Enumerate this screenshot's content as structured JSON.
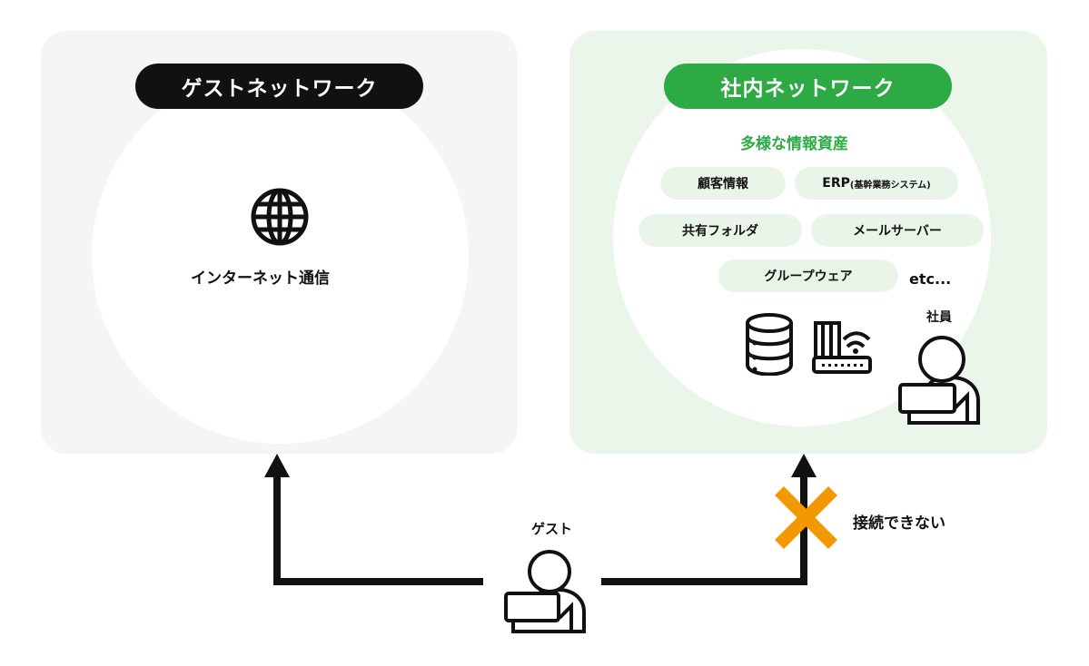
{
  "guest_network": {
    "title": "ゲストネットワーク",
    "internet_label": "インターネット通信"
  },
  "corporate_network": {
    "title": "社内ネットワーク",
    "assets_title": "多様な情報資産",
    "assets": {
      "customer_info": "顧客情報",
      "erp": "ERP",
      "erp_note": "(基幹業務システム)",
      "shared_folder": "共有フォルダ",
      "mail_server": "メールサーバー",
      "groupware": "グループウェア",
      "etc": "etc..."
    },
    "employee_label": "社員"
  },
  "guest_person_label": "ゲスト",
  "cannot_connect_label": "接続できない",
  "colors": {
    "accent_green": "#2eaa45",
    "guest_panel": "#f5f5f5",
    "corp_panel": "#eaf6ea",
    "cross_orange": "#f39800"
  },
  "icons": [
    "globe-icon",
    "database-icon",
    "router-icon",
    "employee-icon",
    "guest-person-icon",
    "cross-icon"
  ]
}
